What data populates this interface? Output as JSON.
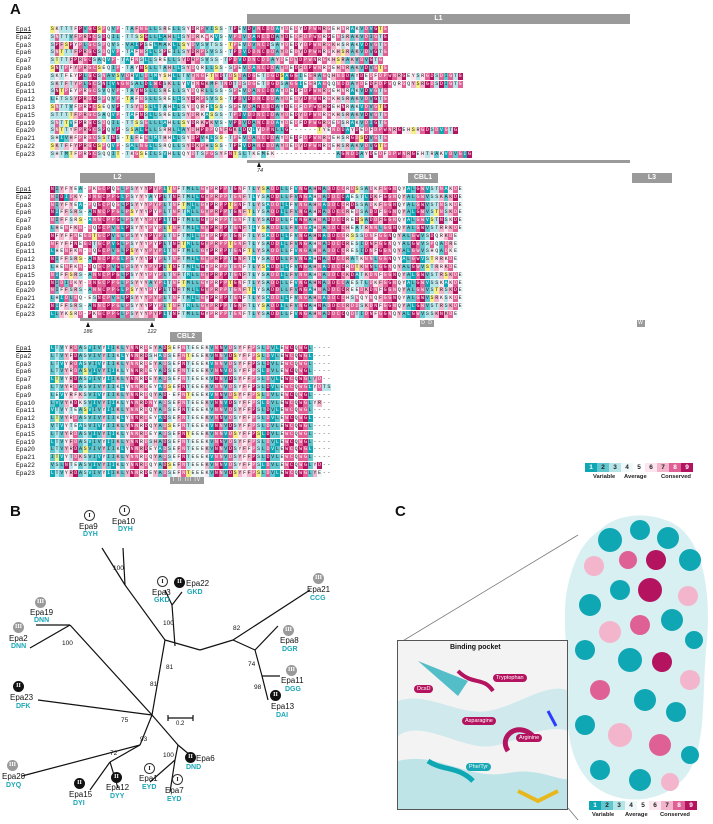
{
  "panels": {
    "a": "A",
    "b": "B",
    "c": "C"
  },
  "alignment": {
    "block1_names": [
      "Epa1",
      "Epa2",
      "Epa3",
      "Epa6",
      "Epa7",
      "Epa8",
      "Epa9",
      "Epa10",
      "Epa11",
      "Epa12",
      "Epa13",
      "Epa15",
      "Epa19",
      "Epa20",
      "Epa21",
      "Epa22",
      "Epa23"
    ],
    "block2_names": [
      "Epa1",
      "Epa2",
      "Epa3",
      "Epa6",
      "Epa7",
      "Epa8",
      "Epa9",
      "Epa10",
      "Epa11",
      "Epa12",
      "Epa13",
      "Epa15",
      "Epa19",
      "Epa20",
      "Epa21",
      "Epa22",
      "Epa23"
    ],
    "block3_names": [
      "Epa1",
      "Epa2",
      "Epa3",
      "Epa6",
      "Epa7",
      "Epa8",
      "Epa9",
      "Epa10",
      "Epa11",
      "Epa12",
      "Epa13",
      "Epa15",
      "Epa19",
      "Epa20",
      "Epa21",
      "Epa22",
      "Epa23"
    ],
    "block1_rows": [
      "SKTTTFPVGCSPQVP-TAFNGLLSRELLSYDRPVISS-TPEVDVNCDDAYDEDYDPWNRGEHNRAKVDVGTG",
      "SNTTVFPRGCSDQIL-TTSSGLLLAHLLSYDRKWKVS-VPDVDANCDDAYDEDFDPWGRGENSRAKVDIGTG",
      "SPFSPYPLGCSPQVS-VAIPSELMAKLLSYDVSVTSS-TPEVDVNCDSAYDEDYDPWNRGKHSRAKVDVGTG",
      "SNTTTFPRGCSDQVP-TAFNSLLSPEILSYDRPSVSS-TPDVDDNCDDAYDEDYDPWNRGKHSRAKVDVGTG",
      "STTTFPRGCSAQVP-TAFNSLLSRELLSYDRPSVSS-TPDVDDNCDDAYDEDYDPWNRGKHSRAKVDVGTG",
      "SNTPFYPRGCSEQIP-TAYNSLLTAHLLSYDQRLLSS-SPEVDANCDDAYDEDFDPWNRGEHNRAKVDVGTG",
      "SKTFEYPLGCSNAVSVDRVLDLMYSHLLTVYNGFTNDTDSDADGETDGDSAGGIEGRAGQHNDDAYDEDFDPWNRGEYSRGDSDIGTG",
      "SKTFTYPLGCSNIVNGNSALDLWCSKLLYVYNGKMFTNDTDSDGETDGDSAGGIEGRAGQQNDDAYDEDFDPWQRGQYSRGDSDIGTG",
      "SNTPEYPRGCSVQVP-TAYNSLLSRELLSYDQRLLSS-SPEVDANCDDAYDEDFDPWNRGEHNRAKVDVGTG",
      "LETSSYPRGCSPQVP-TAFNSLLSRELLSYDRPSVSS-TPDVDDNCDDAYDEDYDPWNRGKHSRAKVDVGTG",
      "SNTTVFPRGCSEQVP-TSYNSLLTAHLLSYDQRFLSS-SPEVDANCDDAYDEDFDPWGRGEHNRAKVDVGTG",
      "STTTTFPRGCSAQVP-TAFNSLLSRELLSYDRKASSS-TPDVDDNCDDAYDEDYDPWNRGKHSRAKVDVGTG",
      "SNTTVFPRGCSDQIL-TTSSGLLLAHLLSYDRKWKVS-VPDVDANCDDAYDEDFDPWGRGENSRAKVDIGTG",
      "SNTTYFPRGCSPQVP-SSALGLLSRHLLAYDHPDPQNFGKLDQLYDPNLLG------TYENDDAYDEDFDPWNRGEHSRGDSDVGTG",
      "SHIVHFPRGCSSTNS-TLFEGLMTHHLLSYDPVKLSS-TPEVDANCDDAYDEDFDPWNRGEHSRGDSDVGTG",
      "SKTFFYPRGCSPQVP-SALNGLLSRQLLSYDKPHLSS-TPEVDANCDDAYDEDYDPWNRGEHSRAKVDVGTG",
      "SHTMTFPRGCSQQIT-TKGSEILSVHLLQYDTSPGSYFNTSLTKEMEK-------------AGNDDAYDEDFDPWNRGEHTRAKVDVGIG"
    ],
    "block2_rows": [
      "NIYFYEA-PKGCPQGLPSYYYPYPLTNFTMLLGYPRPPTGNFTLYSADDLLFVNGAHNADDCCRDSSADKFGGNQYALGWVSTNAKDE",
      "NIDIDKY-DNGCPPGLPSYYYAYPLTNFTMLLGYPRPPTGNFTLYSADDLLFVNGAHNADDCCAESTLDKFGGNQYALGWVSSKAKDE",
      "NIYFYEA-PQGCPQGLPSYYYPYPLTNFTMLLGYPRPPTGNFTLYSADDLLFVNGAHNADDCCRDSSADKFGGNQYALGWVSTNSKDE",
      "NIFFSRS-ANNCPPGLPSYYYPYPLTNFTMLLGYPRPPTGNFTLYSADDLLFVNGAHNADDCCREDSADDFGGNQYALGWVSTNSKDE",
      "NIFFSRS-ANNCPPGLPSYYYPYPLTNFTMLLGYPRPPTGNFTLYSADDLLFVNGAHNADDCCREDSADDFGGNQYALGWVSTNSKDE",
      "LHENFKN-DQGCPVGLPSYYYPYPLTNFTMLLGYPRPPTGNFTLYSADDLLFVNGAHNADDCCHEATRNNLGGNQYALGWVSTRRKDE",
      "NFYFFNEGDTGCPVGLPSYYYPYPLTNFTMLLGYPRPPTGNFTLYSADDLLFVNGAHNADDCCRSSSDNFGGNQYALGWVSDQRKDE",
      "NFYFFNEGDTGCPVGLPSYYYPYPLTNFTMLLGYPRPPTGNFTLYSADDLLFVNGAHNADDCCRESIDNFGGNQYALGWVSPQADRE",
      "LHENFKN-DQGCPVGLPSYYYPYPLTNFTMLLGYPRPPTGNFTLYSADDLLFVNGAHNADDCCRESIDNFGGNQYALGWVSHQADKE",
      "NIFFSRS-ANNCPPGLPSYYYPYPLTNFTMLLGYPRPPTGNFTLYSADDLLFVNGAHNADDCCRATKNNLGGNQYALGWVSTRRKDE",
      "LHENFKN-DQGCPVGLPSYYYPYPLTNFTMLLGYPRPPTGNFTLYSADDLLFVNGAHNADDCCRDTKNNLGGNQYALGWVSTRRKDE",
      "NIFFSRS-ANNCPPGLPSYYYPYPLTNFTMLLGYPRPPTGNFTLYSADDLLFVNGAHNADDCCKDATKDNFGGNQYALGWVSTRSKDE",
      "NIDIDKY-DNGCPPGLPSYYYAYPLTNFTMLLGYPRPPTGNFTLYSADDLLFVNGAHNADDCCAESTLDKFGGNQYALGWVSSKAKDE",
      "NIFFSRS-ANNCPPGLPSYYYPYPLTNFTMLLGYPRPPTGNFTLYSADDLLFVNGAHNADDCCREEDKDNFGGNQYALGWVSTRSKDE",
      "LHIDLNQ-ESNCPVGLPSYYYPYPLTNFTMLLGYPRPPTGNFTLYSADDLLFVNGAHNADDCCHSNQYNQFGGNQYALGWVSRKSKDE",
      "NIFFSRS-ANNCPPGLPSYYYPYPLTNFTMLLGYPRPPTGNFTLYSADDLLFVNGAHNADDCCRDDSKDNFGGNQYALGWVSTRSKDE",
      "LLYKSRD-PKGCPPGLPSYYYPYPLTNFTMLLGYPRPPTGNFTLYSADDLLFVNGAHNADDCCQDTIDNFGGNQYALGWVSSKNKDE"
    ],
    "block3_rows": [
      "LTVYRDASVIVYIIKLYNNRDEYADSEFNTEEEKVNNVDSYFFPSLDVLEWCQWGL----",
      "LTVYFDASVIVYIIKLYNNRDSHADSEFNTEEEKVNNVDSYFFPSLDVLEWCQWGL----",
      "LTVYRDASVIVYIIKLYNNRDEYADSEFNTEEEKVNNVDSYFFPSLDVLEWCQWGL----",
      "LTVYRDASVIVYIIKLYNNRDEYADSEFNTEEEKVNNVDSYFFPSLDVLEWCQWGL----",
      "LTVYRDASVIVYIIKLYNNRDEYADSEFNTEEEKVNNVDSYFFPSLDVLEWCQWGLYD--",
      "LTVYRDASVIVYIIKLYNNRDEYADSEFNTEEEKVNNVDSYFFPSLDVLEWCQWGLYDTS",
      "LEVYRFKSVIVYIIKLYNNRDQYAD-EFNTEEEKVNNVDSYFFPSLDVLEWCQWGL----",
      "LVVYKDKSVIVYIIKLYNNRDNYADSEFNTEEEKVNNVDSYFFPSLDVLEWCQWGLYR--",
      "VTVYTEASVIVYIIKLYNNRDQYADSEFNTEEEKVNNVDSYFFPSLDVLEWCQWGL----",
      "LTVYRDASVIVYIIKLYNNRDEYADSEFNTEEEKVNNVDSYFFPSLDVLEWCQWGL----",
      "VTVYTEASVIVYIIKLYNNRDQYADSEFNTEEEKVNNVDSYFFPSLDVLEWCQWGL----",
      "LTVYRDASVIVYIIKLYNNRDEYADSEFNTEEEKVNNVDSYFFPSLDVLEWCQWGL----",
      "LTVYFDASVIVYIIKLYNNRDSHADSEFNTEEEKVNNVDSYFFPSLDVLEWCQWGL----",
      "LTVYRDASVIVYIIKLYNNRDEYADSEFNTEEEKVNNVDSYFFPSLDVLEWCQWGL----",
      "ITVYTDKSVIVYIIKLYNNRDQYADSEFNTEEEKVNNVDSYFFPSLDVLEWCQWGL----",
      "VSLNTEASVIVYIIKLYNNRDQYADSEFNTEEEKVNNVDSYFFPSLDVLEWCQWGLYD--",
      "LTVYRDASVIVYIIKLYNNRDEYADSEFNTEEEKVNNVDSYFFPSLDVLEWCQWGLYE--"
    ],
    "loops": {
      "l1": "L1",
      "l2": "L2",
      "l3": "L3",
      "cbl1": "CBL1",
      "cbl2": "CBL2"
    },
    "pocket_marks": {
      "cbl1": "D D",
      "l3": "W",
      "cbl2": "I II III IV"
    },
    "positions": {
      "p1": "74",
      "p2": "186",
      "p3": "122"
    },
    "legend": {
      "numbers": [
        "1",
        "2",
        "3",
        "4",
        "5",
        "6",
        "7",
        "8",
        "9"
      ],
      "variable": "Variable",
      "average": "Average",
      "conserved": "Conserved",
      "colors": [
        "#10a7b5",
        "#62c6cf",
        "#b6e5e9",
        "#eef8f9",
        "#ffffff",
        "#fce5ee",
        "#f3b5cc",
        "#df6094",
        "#b3135f"
      ]
    }
  },
  "tree": {
    "scale": "0.2",
    "leaves": {
      "epa9": {
        "name": "Epa9",
        "motif": "DYH",
        "clade": "I"
      },
      "epa10": {
        "name": "Epa10",
        "motif": "DYH",
        "clade": "I"
      },
      "epa3": {
        "name": "Epa3",
        "motif": "GKD",
        "clade": "I"
      },
      "epa22": {
        "name": "Epa22",
        "motif": "GKD",
        "clade": "II"
      },
      "epa21": {
        "name": "Epa21",
        "motif": "CCG",
        "clade": "III"
      },
      "epa19": {
        "name": "Epa19",
        "motif": "DNN",
        "clade": "III"
      },
      "epa2": {
        "name": "Epa2",
        "motif": "DNN",
        "clade": "III"
      },
      "epa8": {
        "name": "Epa8",
        "motif": "DGR",
        "clade": "III"
      },
      "epa11": {
        "name": "Epa11",
        "motif": "DGG",
        "clade": "III"
      },
      "epa13": {
        "name": "Epa13",
        "motif": "DAI",
        "clade": "II"
      },
      "epa23": {
        "name": "Epa23",
        "motif": "DFK",
        "clade": "II"
      },
      "epa20": {
        "name": "Epa20",
        "motif": "DYQ",
        "clade": "III"
      },
      "epa15": {
        "name": "Epa15",
        "motif": "DYI",
        "clade": "II"
      },
      "epa12": {
        "name": "Epa12",
        "motif": "DYY",
        "clade": "II"
      },
      "epa1": {
        "name": "Epa1",
        "motif": "EYD",
        "clade": "I"
      },
      "epa7": {
        "name": "Epa7",
        "motif": "EYD",
        "clade": "I"
      },
      "epa6": {
        "name": "Epa6",
        "motif": "DND",
        "clade": "II"
      }
    },
    "bootstrap": {
      "b1": "100",
      "b2": "100",
      "b3": "100",
      "b4": "82",
      "b5": "81",
      "b6": "81",
      "b7": "74",
      "b8": "98",
      "b9": "75",
      "b10": "72",
      "b11": "93",
      "b12": "100"
    }
  },
  "structure": {
    "pocket_title": "Binding pocket",
    "residues": {
      "dcsd": "DcsD",
      "tryptophan": "Tryptophan",
      "asparagine": "Asparagine",
      "arginine": "Arginine",
      "tyrosine": "Phe/Tyr"
    },
    "legend": {
      "numbers": [
        "1",
        "2",
        "3",
        "4",
        "5",
        "6",
        "7",
        "8",
        "9"
      ],
      "variable": "Variable",
      "average": "Average",
      "conserved": "Conserved"
    }
  }
}
